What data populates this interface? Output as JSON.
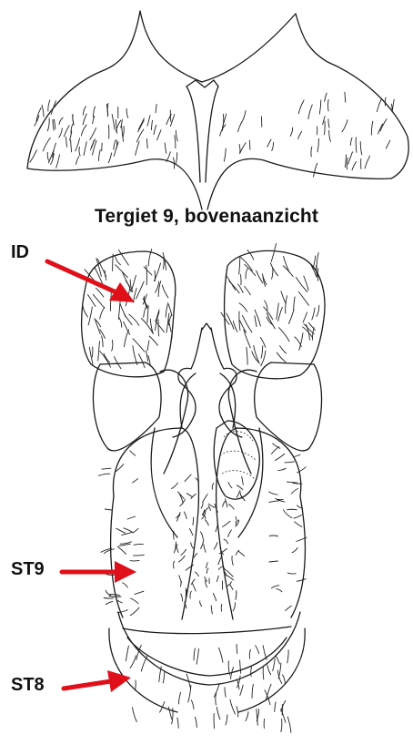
{
  "caption": "Tergiet 9, bovenaanzicht",
  "labels": {
    "id": "ID",
    "st9": "ST9",
    "st8": "ST8"
  },
  "arrow_color": "#e0101a",
  "line_color": "#1a1a1a"
}
